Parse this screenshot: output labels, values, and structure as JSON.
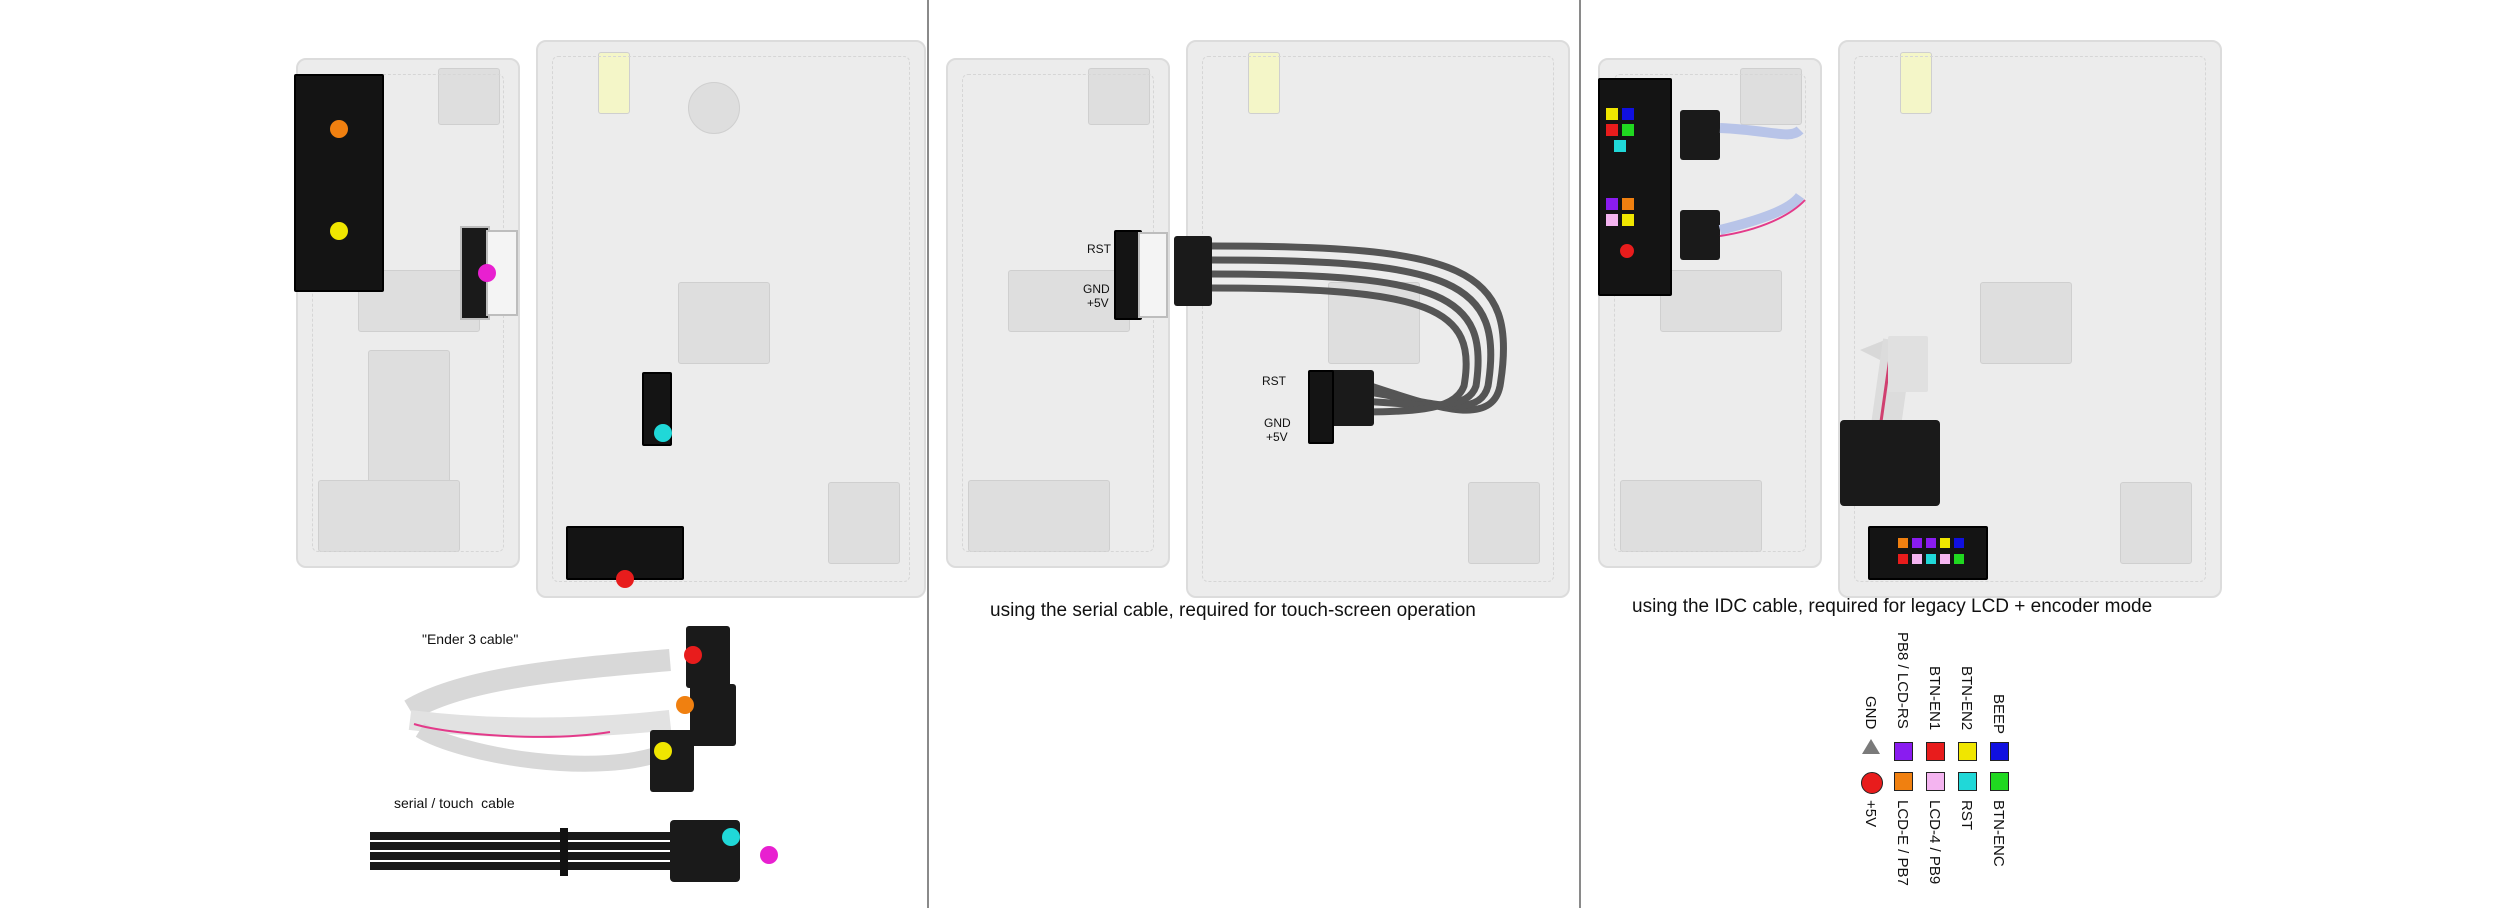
{
  "panel_left": {
    "ender3_cable_label": "\"Ender 3 cable\"",
    "serial_cable_label": "serial / touch  cable",
    "colors": {
      "orange": "#f08010",
      "yellow": "#f0e600",
      "magenta": "#e820d0",
      "cyan": "#20d8d8",
      "red": "#e81c1c"
    }
  },
  "panel_middle": {
    "caption": "using the serial cable, required for touch-screen operation",
    "display_pins": {
      "rst": "RST",
      "gnd": "GND",
      "v5": "+5V"
    },
    "board_pins": {
      "rst": "RST",
      "gnd": "GND",
      "v5": "+5V"
    }
  },
  "panel_right": {
    "caption": "using the IDC cable, required for legacy LCD + encoder mode"
  },
  "legend": {
    "gnd": {
      "label": "GND",
      "color": "#7a7a7a"
    },
    "v5": {
      "label": "+5V",
      "color": "#e81c1c"
    },
    "pb8": {
      "label": "PB8 / LCD-RS",
      "color": "#8a1cf0"
    },
    "lcde": {
      "label": "LCD-E / PB7",
      "color": "#f08010"
    },
    "btnen1": {
      "label": "BTN-EN1",
      "color": "#e81c1c"
    },
    "lcd4": {
      "label": "LCD-4 / PB9",
      "color": "#f4b4f0"
    },
    "btnen2": {
      "label": "BTN-EN2",
      "color": "#f0e600"
    },
    "rst": {
      "label": "RST",
      "color": "#20d8d8"
    },
    "beep": {
      "label": "BEEP",
      "color": "#1010e0"
    },
    "btnenc": {
      "label": "BTN-ENC",
      "color": "#20d820"
    }
  }
}
